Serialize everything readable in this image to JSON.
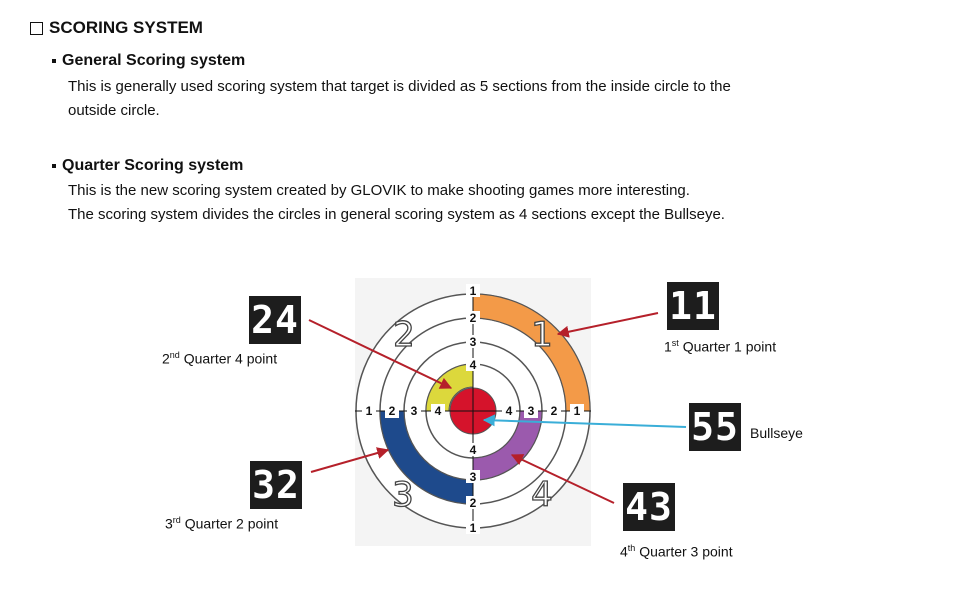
{
  "header": {
    "title": "SCORING SYSTEM"
  },
  "general": {
    "title": "General Scoring system",
    "line1": "This is generally used scoring system that target is divided as 5 sections from the inside circle to the",
    "line2": "outside circle."
  },
  "quarter": {
    "title": "Quarter Scoring system",
    "line1": "This is the new scoring system created by GLOVIK to make shooting games more interesting.",
    "line2": "The scoring system divides the circles in general scoring system as 4 sections except the Bullseye."
  },
  "displays": {
    "q2": "24",
    "q1": "11",
    "bull": "55",
    "q3": "32",
    "q4": "43"
  },
  "captions": {
    "q2_num": "2",
    "q2_sup": "nd",
    "q2_rest": " Quarter 4 point",
    "q1_num": "1",
    "q1_sup": "st",
    "q1_rest": " Quarter 1 point",
    "bull": "Bullseye",
    "q3_num": "3",
    "q3_sup": "rd",
    "q3_rest": " Quarter 2 point",
    "q4_num": "4",
    "q4_sup": "th",
    "q4_rest": " Quarter 3 point"
  },
  "target": {
    "quadrant_labels": [
      "1",
      "2",
      "3",
      "4"
    ],
    "ring_numbers": [
      "1",
      "2",
      "3",
      "4"
    ],
    "colors": {
      "q1": "#f39a48",
      "q2": "#dcd83c",
      "q3": "#1e4a8c",
      "q4": "#9b5aad",
      "bullseye": "#d5132b",
      "arrow_red": "#b5202a",
      "arrow_blue": "#3aaed8"
    }
  }
}
